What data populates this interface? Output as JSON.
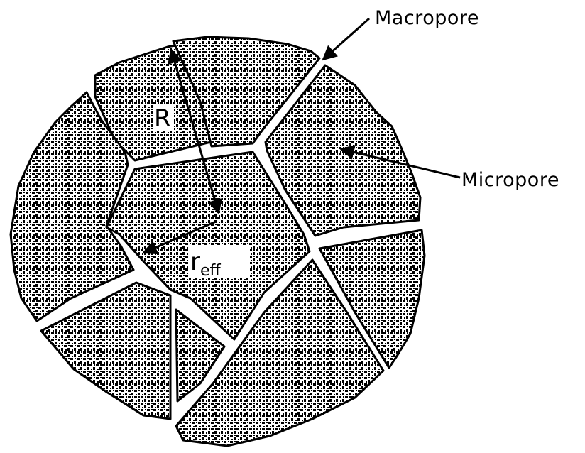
{
  "labels": {
    "macropore": "Macropore",
    "micropore": "Micropore",
    "radius_symbol": "R",
    "effective_radius_symbol": "r",
    "effective_radius_subscript": "eff"
  },
  "colors": {
    "ink": "#000000",
    "background": "#ffffff",
    "fragment_fill": "#9a9a9a"
  }
}
